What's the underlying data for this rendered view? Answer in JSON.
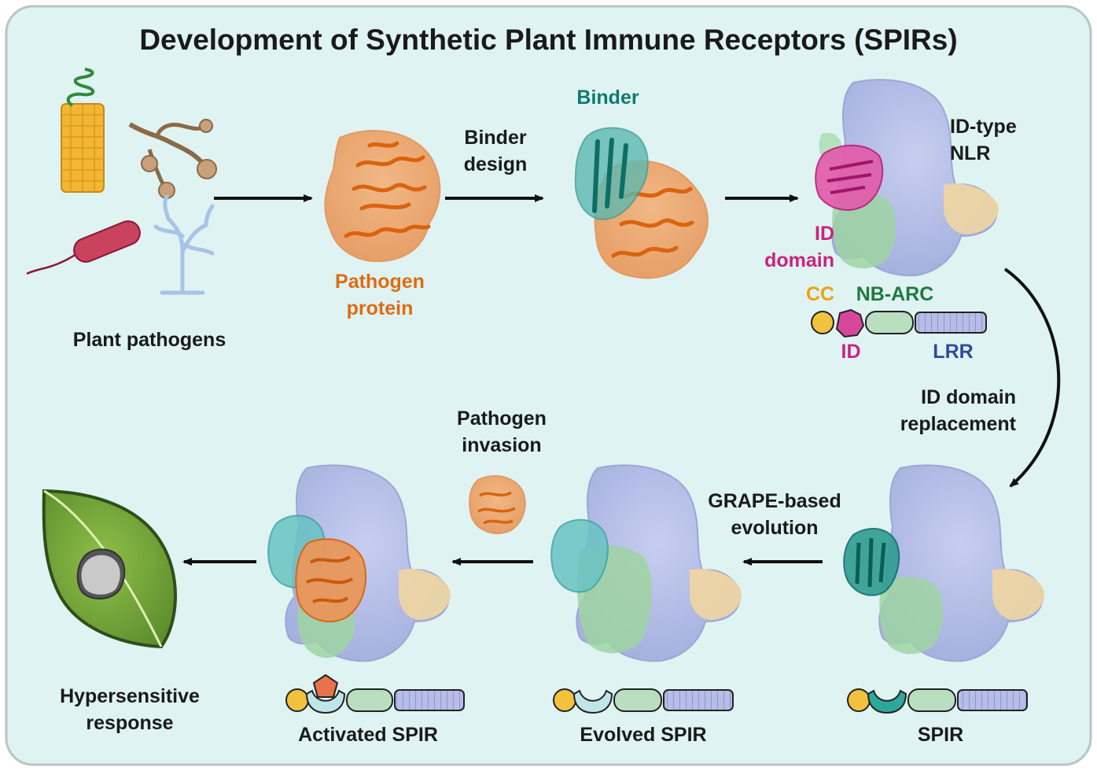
{
  "title": "Development of Synthetic Plant Immune Receptors (SPIRs)",
  "labels": {
    "plant_pathogens": "Plant pathogens",
    "pathogen_protein": [
      "Pathogen",
      "protein"
    ],
    "binder_design": [
      "Binder",
      "design"
    ],
    "binder": "Binder",
    "id_type_nlr": [
      "ID-type",
      "NLR"
    ],
    "id_domain": [
      "ID",
      "domain"
    ],
    "cc": "CC",
    "nb_arc": "NB-ARC",
    "id": "ID",
    "lrr": "LRR",
    "id_domain_replacement": [
      "ID domain",
      "replacement"
    ],
    "pathogen_invasion": [
      "Pathogen",
      "invasion"
    ],
    "grape_evolution": [
      "GRAPE-based",
      "evolution"
    ],
    "hypersensitive_response": [
      "Hypersensitive",
      "response"
    ],
    "activated_spir": "Activated SPIR",
    "evolved_spir": "Evolved SPIR",
    "spir": "SPIR"
  },
  "colors": {
    "background": "#dff3f2",
    "frame_border": "#b9c4c6",
    "pathogen_orange": "#e06b12",
    "binder_teal": "#0e7a71",
    "id_magenta": "#c8247f",
    "cc_yellow": "#f0c040",
    "nbarc_green": "#1f7a3c",
    "lrr_blue": "#2f4a9c",
    "nlr_lavender": "#aab3e0",
    "leaf_green": "#7fb03c"
  },
  "icons": [
    "virus-icon",
    "fungus-icon",
    "bacterium-icon",
    "oomycete-icon",
    "leaf-icon",
    "arrow-icon"
  ]
}
